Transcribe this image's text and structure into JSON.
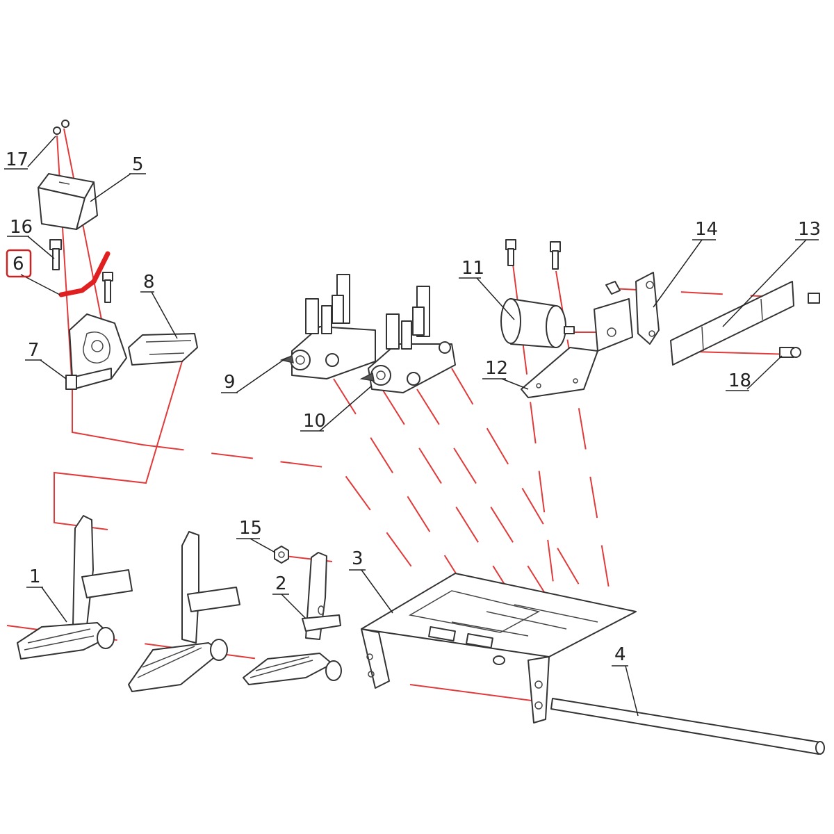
{
  "callouts": {
    "c1": "1",
    "c2": "2",
    "c3": "3",
    "c4": "4",
    "c5": "5",
    "c6": "6",
    "c7": "7",
    "c8": "8",
    "c9": "9",
    "c10": "10",
    "c11": "11",
    "c12": "12",
    "c13": "13",
    "c14": "14",
    "c15": "15",
    "c16": "16",
    "c17": "17",
    "c18": "18"
  },
  "highlight": {
    "callout": "6",
    "color": "#cc2222"
  },
  "colors": {
    "assembly_line": "#e03a3a",
    "drawing_line": "#333333"
  }
}
